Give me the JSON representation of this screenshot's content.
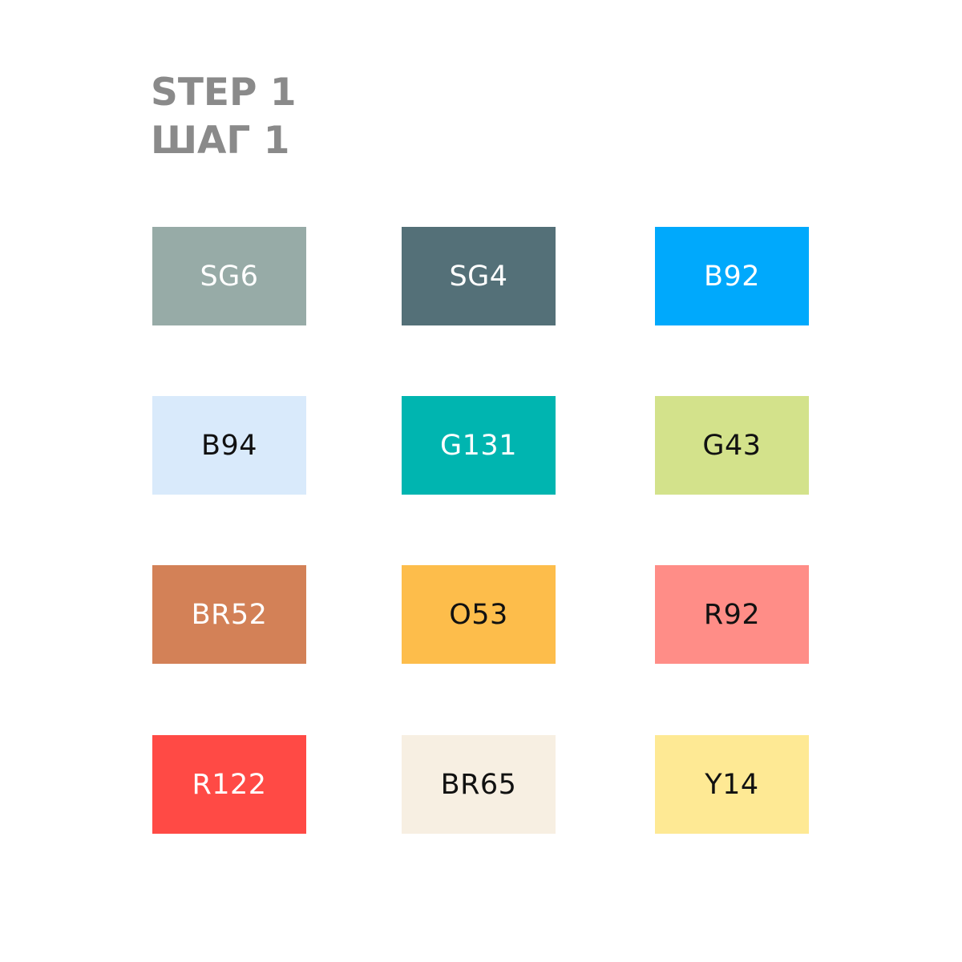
{
  "heading": {
    "line1": "STEP 1",
    "line2": "ШАГ 1"
  },
  "swatches": [
    {
      "code": "SG6",
      "color": "#97aba7",
      "text_color": "#ffffff"
    },
    {
      "code": "SG4",
      "color": "#547078",
      "text_color": "#ffffff"
    },
    {
      "code": "B92",
      "color": "#00a9fc",
      "text_color": "#ffffff"
    },
    {
      "code": "B94",
      "color": "#d9eafb",
      "text_color": "#111111"
    },
    {
      "code": "G131",
      "color": "#00b5b0",
      "text_color": "#ffffff"
    },
    {
      "code": "G43",
      "color": "#d3e28b",
      "text_color": "#111111"
    },
    {
      "code": "BR52",
      "color": "#d38157",
      "text_color": "#ffffff"
    },
    {
      "code": "O53",
      "color": "#fdbd4b",
      "text_color": "#111111"
    },
    {
      "code": "R92",
      "color": "#ff8d87",
      "text_color": "#111111"
    },
    {
      "code": "R122",
      "color": "#ff4a45",
      "text_color": "#ffffff"
    },
    {
      "code": "BR65",
      "color": "#f7efe2",
      "text_color": "#111111"
    },
    {
      "code": "Y14",
      "color": "#fee994",
      "text_color": "#111111"
    }
  ]
}
